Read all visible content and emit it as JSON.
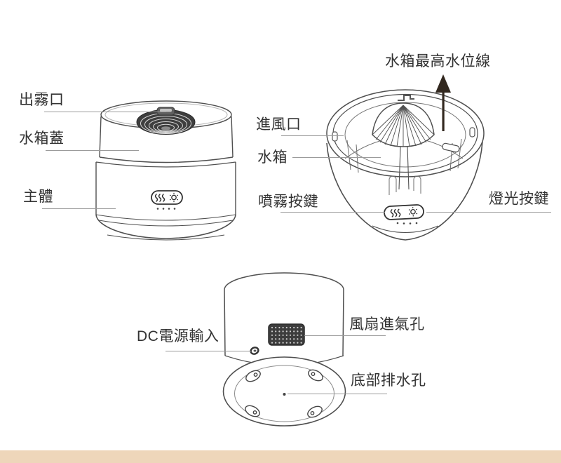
{
  "callouts": {
    "mist_outlet": "出霧口",
    "tank_cover": "水箱蓋",
    "main_body": "主體",
    "air_inlet": "進風口",
    "water_tank": "水箱",
    "mist_button": "噴霧按鍵",
    "max_water_level": "水箱最高水位線",
    "light_button": "燈光按鍵",
    "dc_power_input": "DC電源輸入",
    "fan_air_intake": "風扇進氣孔",
    "bottom_drain_hole": "底部排水孔"
  },
  "icons": {
    "mist_button_icon": "mist-waves-icon",
    "light_button_icon": "light-flower-icon",
    "max_level_arrow": "up-arrow-icon",
    "max_level_mark": "water-level-mark-icon"
  },
  "colors": {
    "background": "#ffffff",
    "bottom_bar": "#eed6ba",
    "label_text": "#323232",
    "leader_line": "#9b9b9b",
    "line_art": "#4f4f4f",
    "arrow": "#32281f",
    "dark_fill": "#3d3d3d"
  }
}
